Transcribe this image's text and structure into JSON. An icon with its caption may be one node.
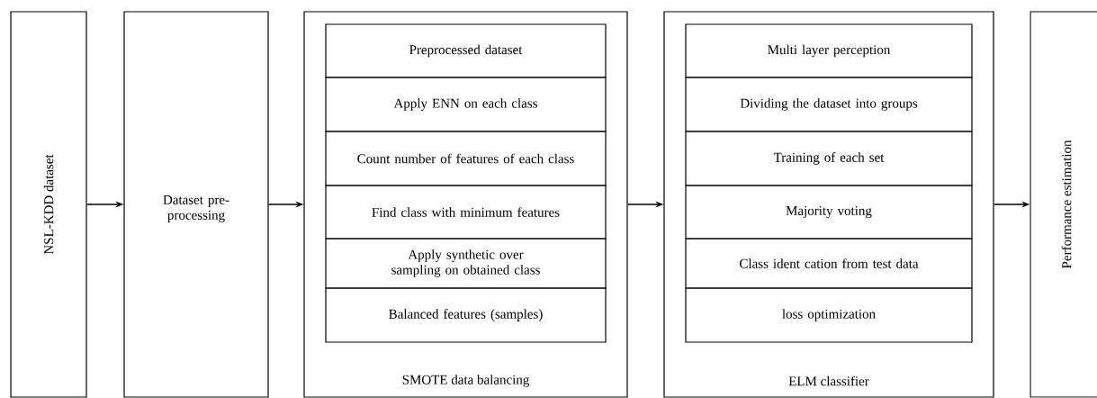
{
  "diagram": {
    "nodes": [
      {
        "text": [
          "NSL-KDD dataset"
        ]
      },
      {
        "text": [
          "Dataset pre-processing"
        ]
      },
      {
        "text": [
          "SMOTE data balancing"
        ]
      },
      {
        "text": [
          "Preprocessed dataset"
        ],
        "in": 2
      },
      {
        "text": [
          "Apply ENN on each class"
        ],
        "in": 2
      },
      {
        "text": [
          "Count number of features of each class"
        ],
        "in": 2
      },
      {
        "text": [
          "Find class with minimum features"
        ],
        "in": 2
      },
      {
        "text": [
          "Apply synthetic over sampling on obtained class"
        ],
        "in": 2
      },
      {
        "text": [
          "Balanced features (samples)"
        ],
        "in": 2
      },
      {
        "text": [
          "ELM classifier"
        ]
      },
      {
        "text": [
          "Multi layer perception"
        ],
        "in": 9
      },
      {
        "text": [
          "Dividing the dataset into groups"
        ],
        "in": 9
      },
      {
        "text": [
          "Training of each set"
        ],
        "in": 9
      },
      {
        "text": [
          "Majority voting"
        ],
        "in": 9
      },
      {
        "text": [
          "Class ident cation from test data"
        ],
        "in": 9
      },
      {
        "text": [
          "loss optimization"
        ],
        "in": 9
      },
      {
        "text": [
          "Performance estimation"
        ]
      }
    ],
    "edges": [
      {
        "from": 0,
        "to": 1,
        "arrow": "to"
      },
      {
        "from": 1,
        "to": 2,
        "arrow": "to"
      },
      {
        "from": 2,
        "to": 9,
        "arrow": "to"
      },
      {
        "from": 9,
        "to": 16,
        "arrow": "to"
      }
    ]
  }
}
